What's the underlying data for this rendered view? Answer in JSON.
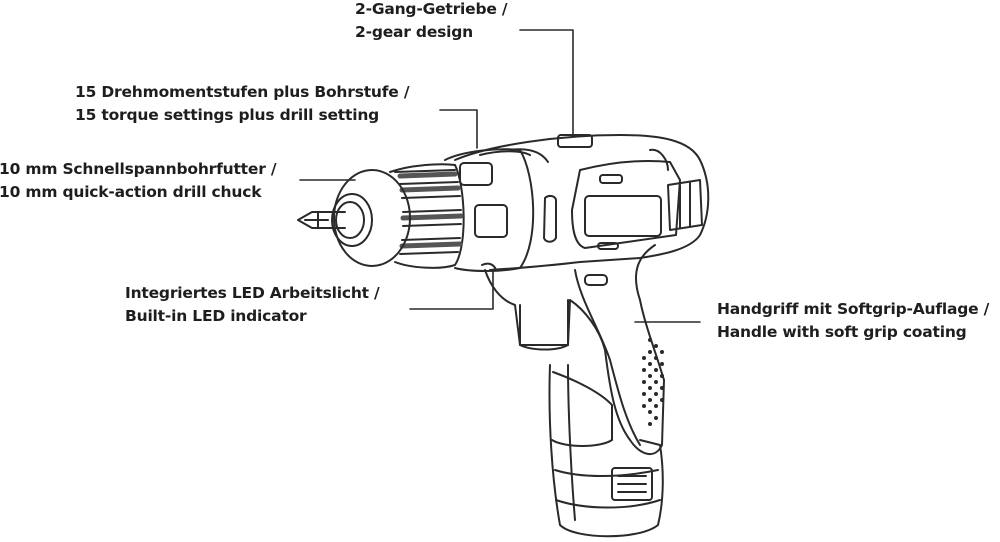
{
  "diagram": {
    "subject": "cordless drill",
    "line_color": "#2a2a2a",
    "text_color": "#1e1e1e",
    "callouts": [
      {
        "id": "gear",
        "de": "2-Gang-Getriebe /",
        "en": "2-gear design"
      },
      {
        "id": "torque",
        "de": "15 Drehmomentstufen plus Bohrstufe /",
        "en": "15 torque settings plus drill setting"
      },
      {
        "id": "chuck",
        "de": "10 mm Schnellspannbohrfutter /",
        "en": "10 mm quick-action drill chuck"
      },
      {
        "id": "led",
        "de": "Integriertes LED Arbeitslicht /",
        "en": "Built-in LED indicator"
      },
      {
        "id": "handle",
        "de": "Handgriff mit Softgrip-Auflage /",
        "en": "Handle with soft grip coating"
      }
    ]
  }
}
